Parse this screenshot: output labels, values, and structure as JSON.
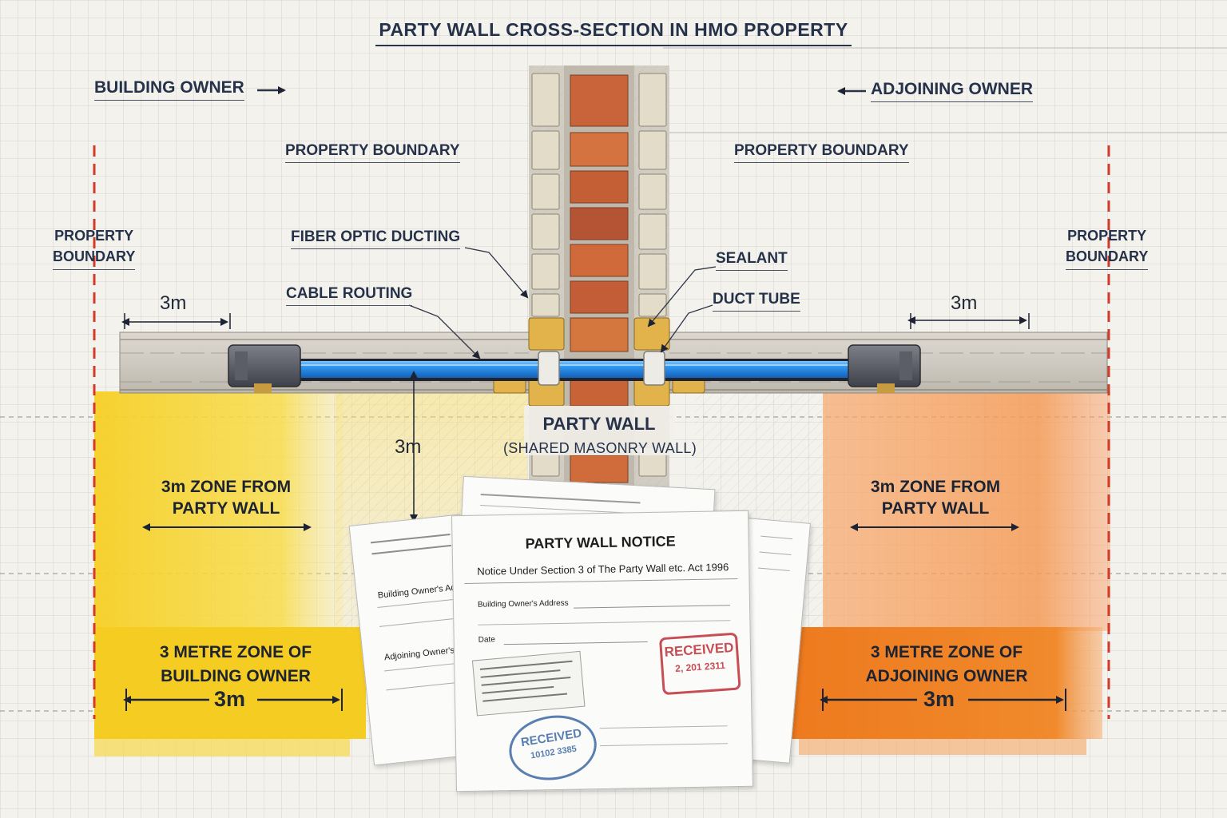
{
  "title": "PARTY WALL CROSS-SECTION IN HMO PROPERTY",
  "owners": {
    "left": "BUILDING OWNER",
    "right": "ADJOINING OWNER"
  },
  "property_boundary": {
    "top_left": "PROPERTY BOUNDARY",
    "top_right": "PROPERTY BOUNDARY",
    "side_left_line1": "PROPERTY",
    "side_left_line2": "BOUNDARY",
    "side_right_line1": "PROPERTY",
    "side_right_line2": "BOUNDARY"
  },
  "callouts": {
    "fiber": "FIBER OPTIC DUCTING",
    "cable": "CABLE ROUTING",
    "sealant": "SEALANT",
    "duct": "DUCT TUBE"
  },
  "dimensions": {
    "left_top": "3m",
    "right_top": "3m",
    "vertical": "3m",
    "left_bottom": "3m",
    "right_bottom": "3m"
  },
  "party_wall": {
    "label": "PARTY WALL",
    "sub": "(SHARED MASONRY WALL)"
  },
  "zones": {
    "left_line1": "3m ZONE FROM",
    "left_line2": "PARTY WALL",
    "right_line1": "3m ZONE FROM",
    "right_line2": "PARTY WALL",
    "left_bottom_line1": "3 METRE ZONE OF",
    "left_bottom_line2": "BUILDING OWNER",
    "right_bottom_line1": "3 METRE ZONE OF",
    "right_bottom_line2": "ADJOINING OWNER"
  },
  "notice": {
    "title": "PARTY WALL NOTICE",
    "subtitle": "Notice Under Section 3 of The Party Wall etc. Act 1996",
    "field_building_owner": "Building Owner's Address",
    "field_date": "Date",
    "back_field_1": "Building Owner's Ad",
    "back_field_2": "Adjoining Owner's A",
    "stamp_red": "RECEIVED",
    "stamp_red_date": "2, 201 2311",
    "stamp_blue": "RECEIVED",
    "stamp_blue_date": "10102 3385"
  },
  "colors": {
    "boundary_line": "#d23a2a",
    "duct": "#1e88e5",
    "zone_left": "#f5d02a",
    "zone_right": "#f08a2c",
    "brick": "#c9643a",
    "label_text": "#26324a"
  }
}
